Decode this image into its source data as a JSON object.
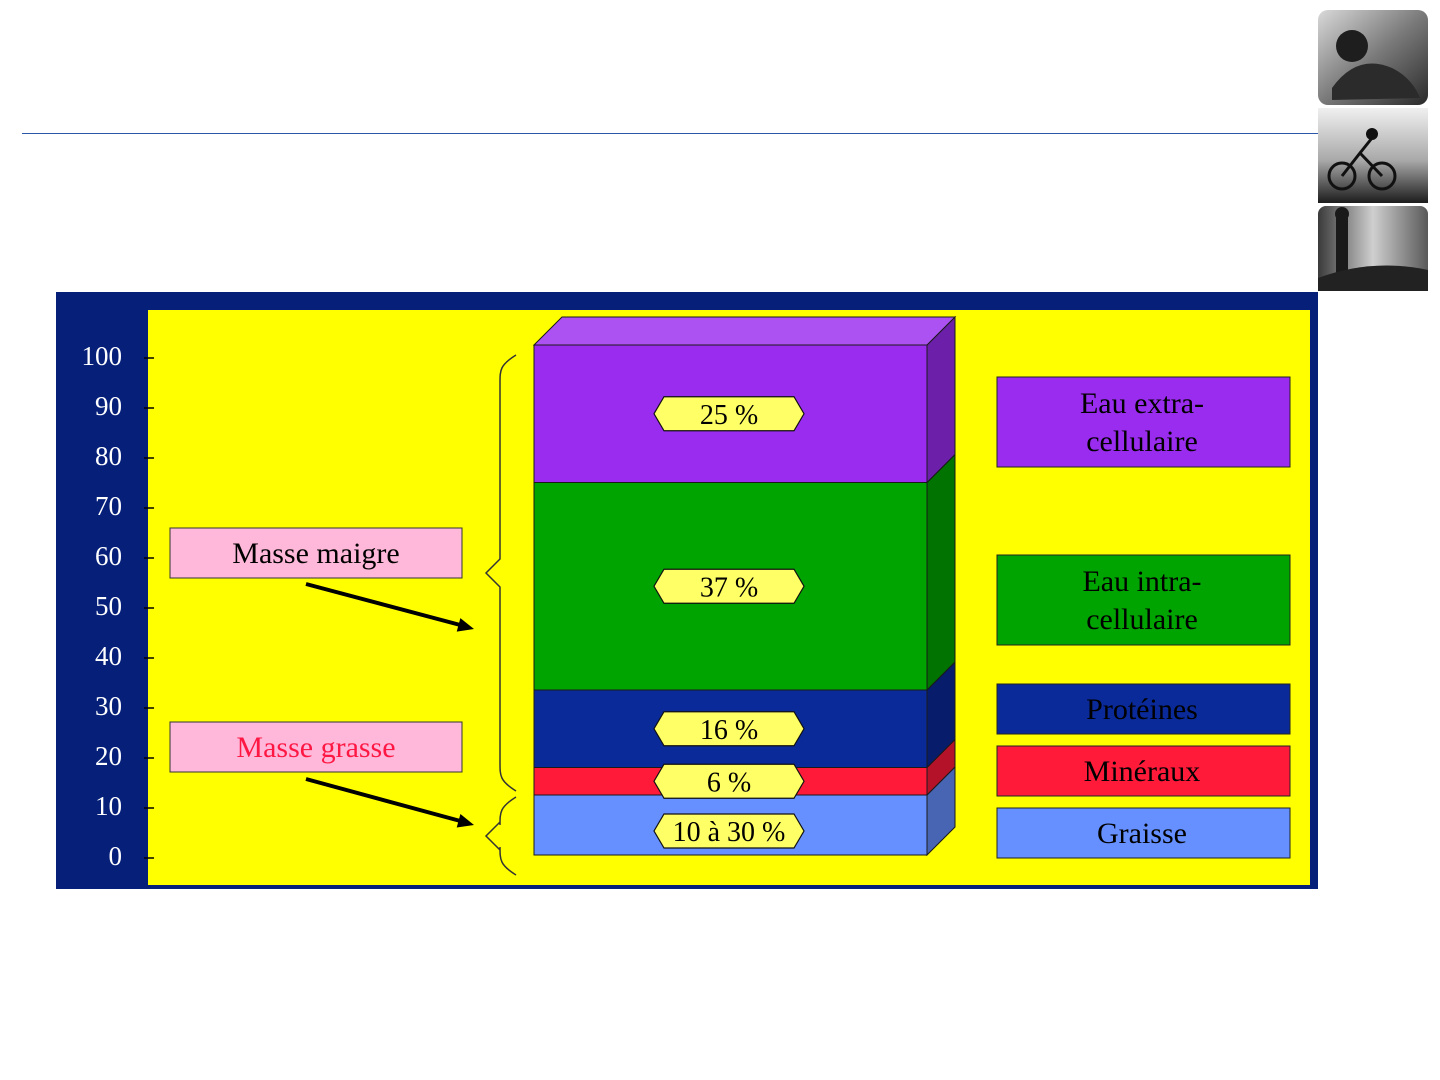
{
  "colors": {
    "frame": "#06207a",
    "plot_background": "#ffff00",
    "eau_extra": "#9a2cf0",
    "eau_intra": "#00a400",
    "proteines": "#0a2a99",
    "mineraux": "#ff1a3a",
    "graisse": "#6690ff",
    "label_box": "#ffff66",
    "mass_box": "#ffb8d9",
    "masse_grasse_text": "#ff1744",
    "rule": "#2e57a8"
  },
  "icons": [
    "photo-strip-diver",
    "photo-strip-cyclist",
    "photo-strip-runner"
  ],
  "chart_data": {
    "type": "bar",
    "stacked": true,
    "ylim": [
      0,
      100
    ],
    "yticks": [
      "100",
      "90",
      "80",
      "70",
      "60",
      "50",
      "40",
      "30",
      "20",
      "10",
      "0"
    ],
    "series": [
      {
        "name": "Graisse",
        "values": [
          12
        ],
        "label": "10 à 30 %",
        "color": "#6690ff",
        "legend": [
          "Graisse"
        ]
      },
      {
        "name": "Minéraux",
        "values": [
          5.5
        ],
        "label": "6 %",
        "color": "#ff1a3a",
        "legend": [
          "Minéraux"
        ]
      },
      {
        "name": "Protéines",
        "values": [
          15.5
        ],
        "label": "16 %",
        "color": "#0a2a99",
        "legend": [
          "Protéines"
        ]
      },
      {
        "name": "Eau intra-cellulaire",
        "values": [
          41.5
        ],
        "label": "37 %",
        "color": "#00a400",
        "legend": [
          "Eau intra-",
          "cellulaire"
        ]
      },
      {
        "name": "Eau extra-cellulaire",
        "values": [
          27.5
        ],
        "label": "25 %",
        "color": "#9a2cf0",
        "legend": [
          "Eau extra-",
          "cellulaire"
        ]
      }
    ],
    "annotations": {
      "masse_maigre": "Masse maigre",
      "masse_grasse": "Masse grasse"
    }
  }
}
